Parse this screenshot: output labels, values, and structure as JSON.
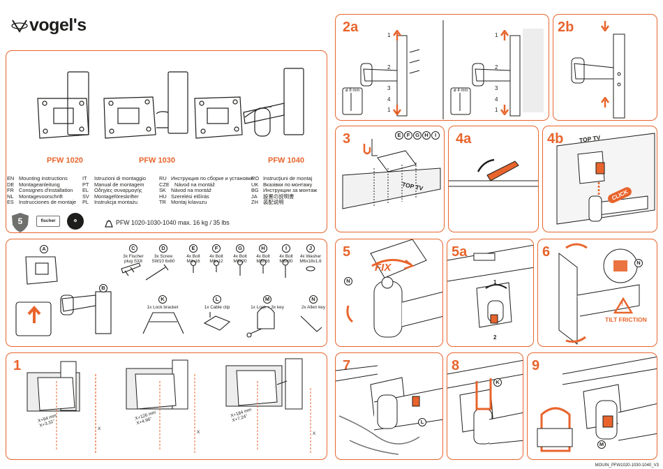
{
  "brand": {
    "logo_text": "vogel's",
    "accent_color": "#e8642c"
  },
  "models": [
    "PFW 1020",
    "PFW 1030",
    "PFW 1040"
  ],
  "languages": {
    "col1": [
      {
        "code": "EN",
        "text": "Mounting instructions"
      },
      {
        "code": "DE",
        "text": "Montageanleitung"
      },
      {
        "code": "FR",
        "text": "Consignes d'installation"
      },
      {
        "code": "NL",
        "text": "Montagevoorschrift"
      },
      {
        "code": "ES",
        "text": "Instrucciones de montaje"
      }
    ],
    "col2": [
      {
        "code": "IT",
        "text": "Istruzioni di montaggio"
      },
      {
        "code": "PT",
        "text": "Manual de montagem"
      },
      {
        "code": "EL",
        "text": "Οδηγίες συναρμογής"
      },
      {
        "code": "SV",
        "text": "Montageföreskrifter"
      },
      {
        "code": "PL",
        "text": "Instrukcja montażu"
      }
    ],
    "col3": [
      {
        "code": "RU",
        "text": "Инструкция по сборке и установке"
      },
      {
        "code": "CZE",
        "text": "Návod na montáž"
      },
      {
        "code": "SK",
        "text": "Návod na montáž"
      },
      {
        "code": "HU",
        "text": "Szerelési előírás"
      },
      {
        "code": "TR",
        "text": "Montaj kılavuzu"
      }
    ],
    "col4": [
      {
        "code": "RO",
        "text": "Instrucţiuni de montaj"
      },
      {
        "code": "UK",
        "text": "Вказівки по монтажу"
      },
      {
        "code": "BG",
        "text": "Инструкции за монтаж"
      },
      {
        "code": "JA",
        "text": "設置の説明書"
      },
      {
        "code": "ZH",
        "text": "装配说明"
      }
    ]
  },
  "certifications": {
    "years": "5",
    "years_label": "YEARS",
    "fischer": "fischer"
  },
  "load": {
    "text": "PFW 1020-1030-1040 max. 16 kg / 35 lbs"
  },
  "parts": {
    "A": {
      "letter": "A"
    },
    "B": {
      "letter": "B"
    },
    "C": {
      "letter": "C",
      "label": "3x Fischer\nplug SX8"
    },
    "D": {
      "letter": "D",
      "label": "3x Screw\nSW10 6x60"
    },
    "E": {
      "letter": "E",
      "label": "4x Bolt\nM4x16"
    },
    "F": {
      "letter": "F",
      "label": "4x Bolt\nM6x12"
    },
    "G": {
      "letter": "G",
      "label": "4x Bolt\nM6x20"
    },
    "H": {
      "letter": "H",
      "label": "4x Bolt\nM8x16"
    },
    "I": {
      "letter": "I",
      "label": "4x Bolt\nM8x30"
    },
    "J": {
      "letter": "J",
      "label": "4x Washer\nM6x18x1,6"
    },
    "K": {
      "letter": "K",
      "label": "1x Lock bracket"
    },
    "L": {
      "letter": "L",
      "label": "1x Cable clip"
    },
    "M": {
      "letter": "M",
      "label": "1x Lock + 3x key"
    },
    "N": {
      "letter": "N",
      "label": "2x Allen key"
    }
  },
  "steps": {
    "s1": "1",
    "s2a": "2a",
    "s2b": "2b",
    "s3": "3",
    "s4a": "4a",
    "s4b": "4b",
    "s5": "5",
    "s5a": "5a",
    "s6": "6",
    "s7": "7",
    "s8": "8",
    "s9": "9"
  },
  "step1": {
    "dims": [
      "X+84 mm\nX+3.31\"",
      "X+126 mm\nX+4.96\"",
      "X+184 mm\nX+7.24\""
    ],
    "x_label": "X"
  },
  "step2": {
    "drill_a": "ø 8 mm",
    "drill_b": "ø 4 mm",
    "nums": [
      "1",
      "2",
      "3",
      "4",
      "1"
    ]
  },
  "step3": {
    "letters": [
      "E",
      "F",
      "G",
      "H",
      "I"
    ],
    "top_tv": "TOP TV"
  },
  "step4b": {
    "top_tv": "TOP TV",
    "click": "CLICK"
  },
  "step5": {
    "fix": "FIX",
    "letter": "N"
  },
  "step5a": {
    "nums": [
      "1",
      "2"
    ]
  },
  "step6": {
    "tilt": "TILT FRICTION",
    "letter": "N"
  },
  "step7": {
    "letter": "L"
  },
  "step8": {
    "letter": "K"
  },
  "step9": {
    "letter": "M"
  },
  "footer": "MOUIN_PFW1020-1030-1040_V3"
}
